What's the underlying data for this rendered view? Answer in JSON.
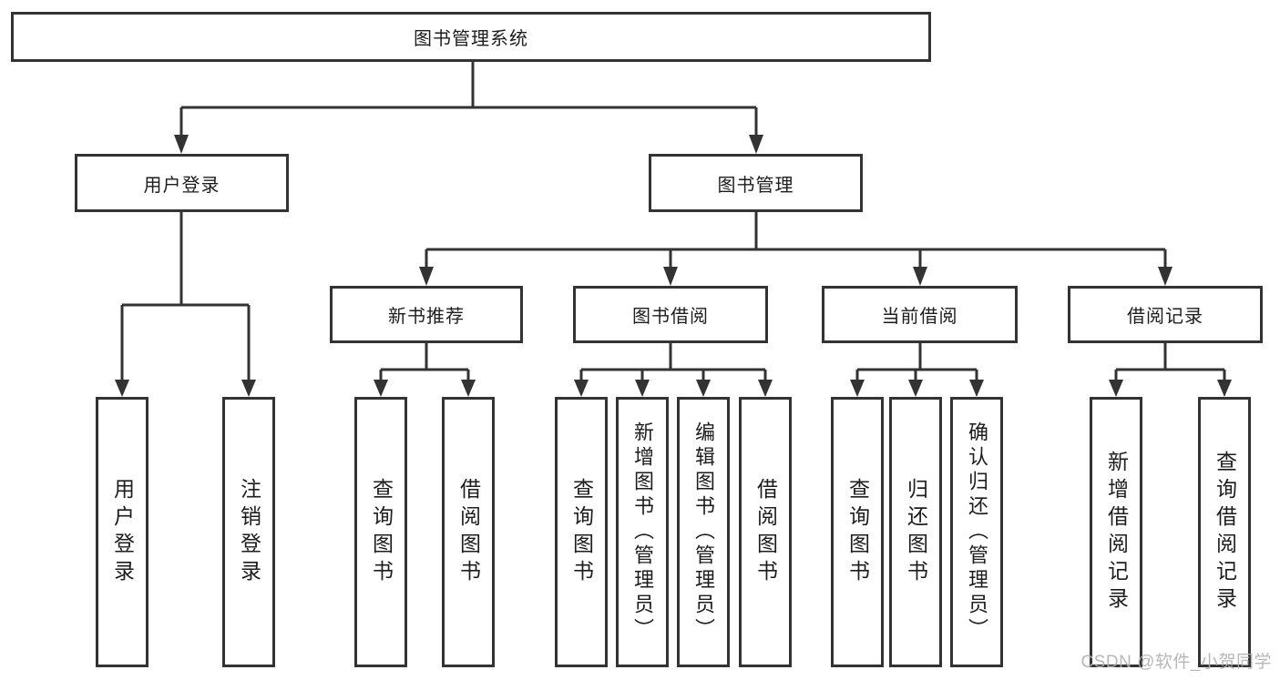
{
  "tree": {
    "label": "图书管理系统",
    "children": [
      {
        "label": "用户登录",
        "children": [
          {
            "label": "用户登录"
          },
          {
            "label": "注销登录"
          }
        ]
      },
      {
        "label": "图书管理",
        "children": [
          {
            "label": "新书推荐",
            "children": [
              {
                "label": "查询图书"
              },
              {
                "label": "借阅图书"
              }
            ]
          },
          {
            "label": "图书借阅",
            "children": [
              {
                "label": "查询图书"
              },
              {
                "label": "新增图书（管理员）"
              },
              {
                "label": "编辑图书（管理员）"
              },
              {
                "label": "借阅图书"
              }
            ]
          },
          {
            "label": "当前借阅",
            "children": [
              {
                "label": "查询图书"
              },
              {
                "label": "归还图书"
              },
              {
                "label": "确认归还（管理员）"
              }
            ]
          },
          {
            "label": "借阅记录",
            "children": [
              {
                "label": "新增借阅记录"
              },
              {
                "label": "查询借阅记录"
              }
            ]
          }
        ]
      }
    ]
  },
  "watermark": {
    "text": "CSDN @软件_小贺同学"
  },
  "colors": {
    "line": "#333333",
    "text": "#1d1d1f",
    "box_background": "#ffffff",
    "watermark": "#b0b0b0"
  }
}
